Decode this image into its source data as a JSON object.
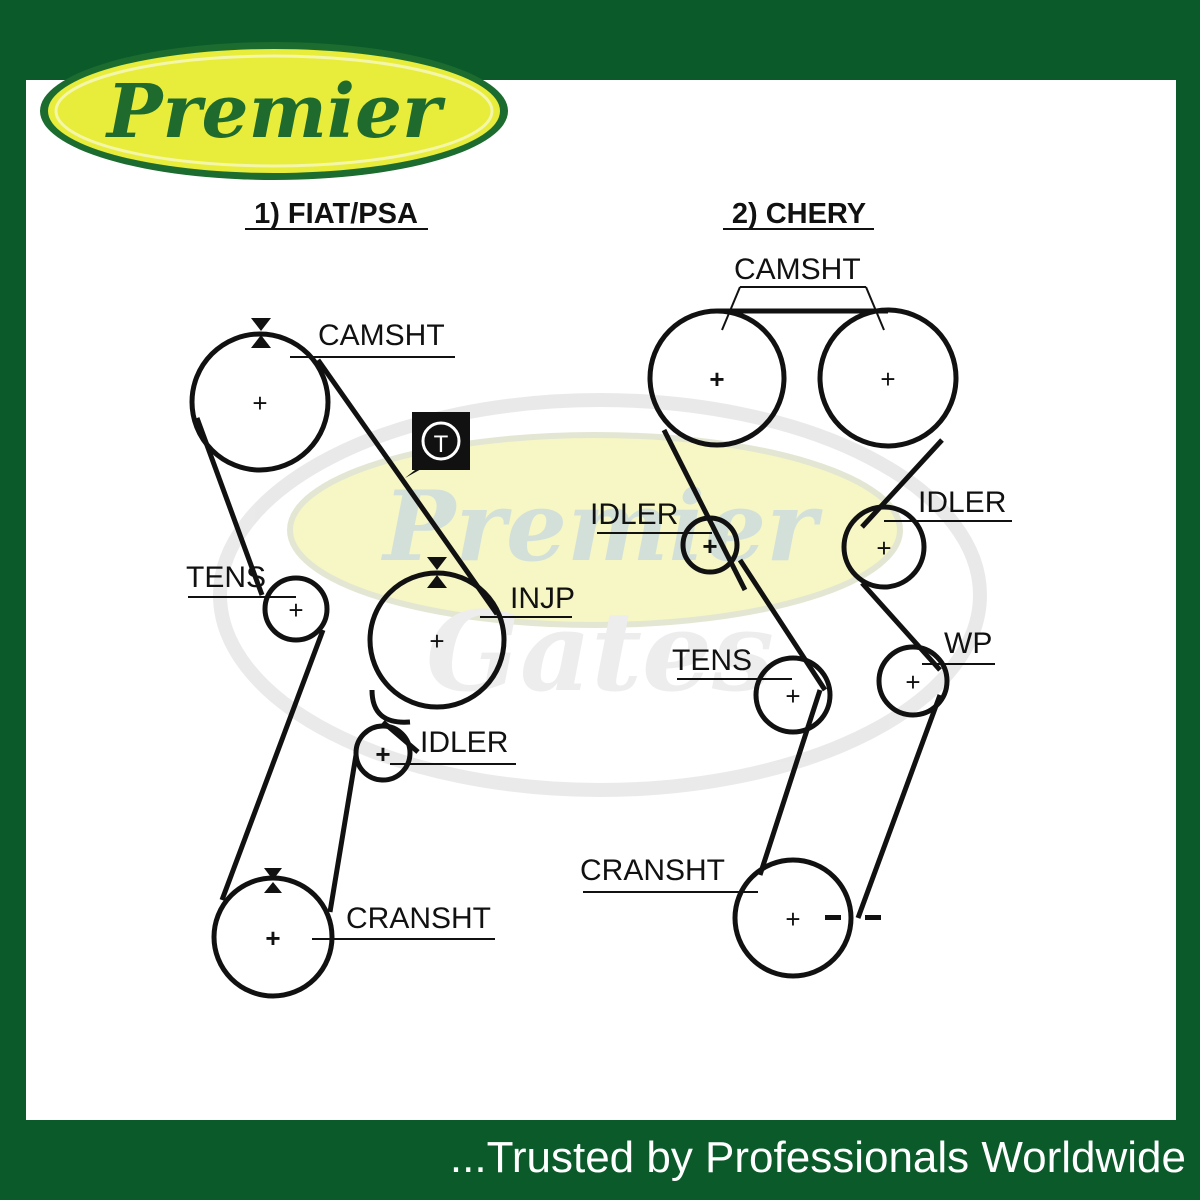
{
  "brand": {
    "logo_text": "Premier",
    "watermark_text": "Premier",
    "watermark_sub": "Gates",
    "colors": {
      "frame": "#0b5a2a",
      "logo_fill": "#e8ec3a",
      "logo_text": "#1f6b2e"
    }
  },
  "diagram_1": {
    "title": "1) FIAT/PSA",
    "labels": {
      "camshaft": "CAMSHT",
      "tensioner": "TENS",
      "injection_pump": "INJP",
      "idler": "IDLER",
      "crankshaft": "CRANSHT",
      "tool_marker": "T"
    }
  },
  "diagram_2": {
    "title": "2) CHERY",
    "labels": {
      "camshaft": "CAMSHT",
      "idler_left": "IDLER",
      "idler_right": "IDLER",
      "tensioner": "TENS",
      "water_pump": "WP",
      "crankshaft": "CRANSHT"
    }
  },
  "footer": {
    "tagline": "...Trusted by Professionals Worldwide"
  }
}
